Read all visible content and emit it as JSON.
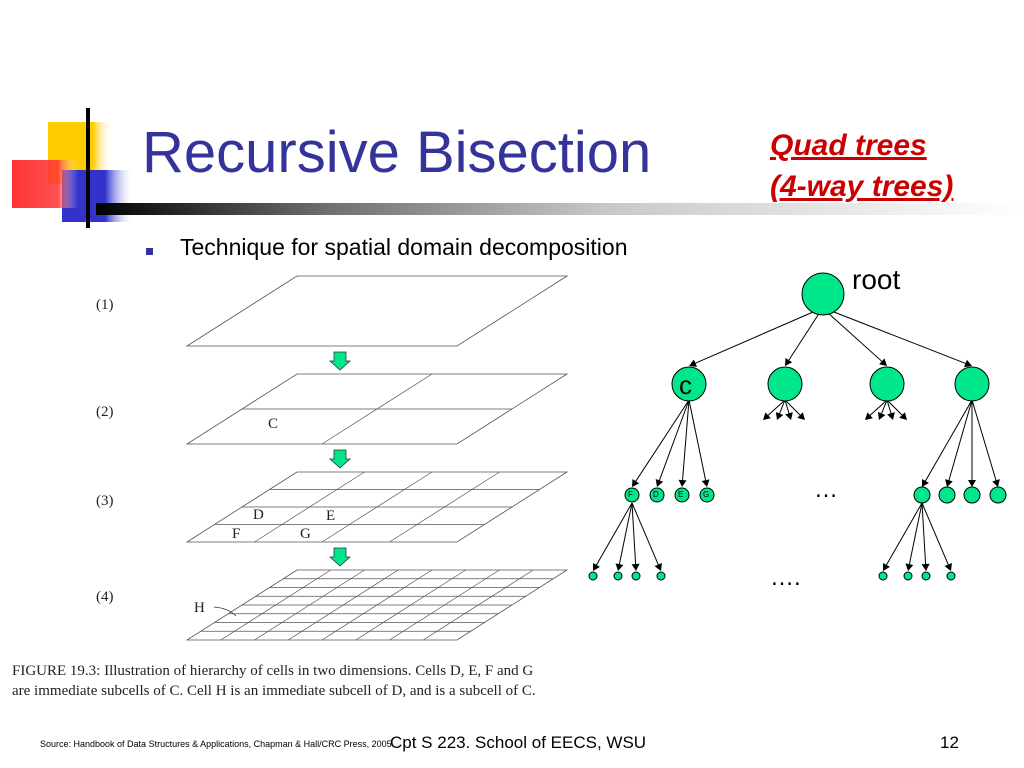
{
  "slide": {
    "title": "Recursive Bisection",
    "quad_trees_line1": "Quad trees",
    "quad_trees_line2": "(4-way trees)",
    "bullet": "Technique for spatial domain decomposition"
  },
  "figure": {
    "level_labels": [
      "(1)",
      "(2)",
      "(3)",
      "(4)"
    ],
    "cell_labels": {
      "c": "C",
      "d": "D",
      "e": "E",
      "f": "F",
      "g": "G",
      "h": "H"
    },
    "caption_line1": "FIGURE 19.3: Illustration of hierarchy of cells in two dimensions. Cells D, E, F and G",
    "caption_line2": "are immediate subcells of C. Cell H is an immediate subcell of D, and is a subcell of C."
  },
  "tree": {
    "root_label": "root",
    "child_label": "c",
    "leaf_labels": [
      "F",
      "D",
      "E",
      "G"
    ],
    "ellipsis_upper": "…",
    "ellipsis_lower": "…."
  },
  "footer": {
    "source": "Source: Handbook of Data Structures & Applications, Chapman & Hall/CRC Press, 2005",
    "center": "Cpt S 223. School of EECS, WSU",
    "page": "12"
  },
  "colors": {
    "title": "#333399",
    "accent_red": "#cc0000",
    "node_fill": "#00e68a",
    "deco_yellow": "#ffcc00",
    "deco_blue": "#3333cc",
    "deco_red": "#ff3333"
  }
}
